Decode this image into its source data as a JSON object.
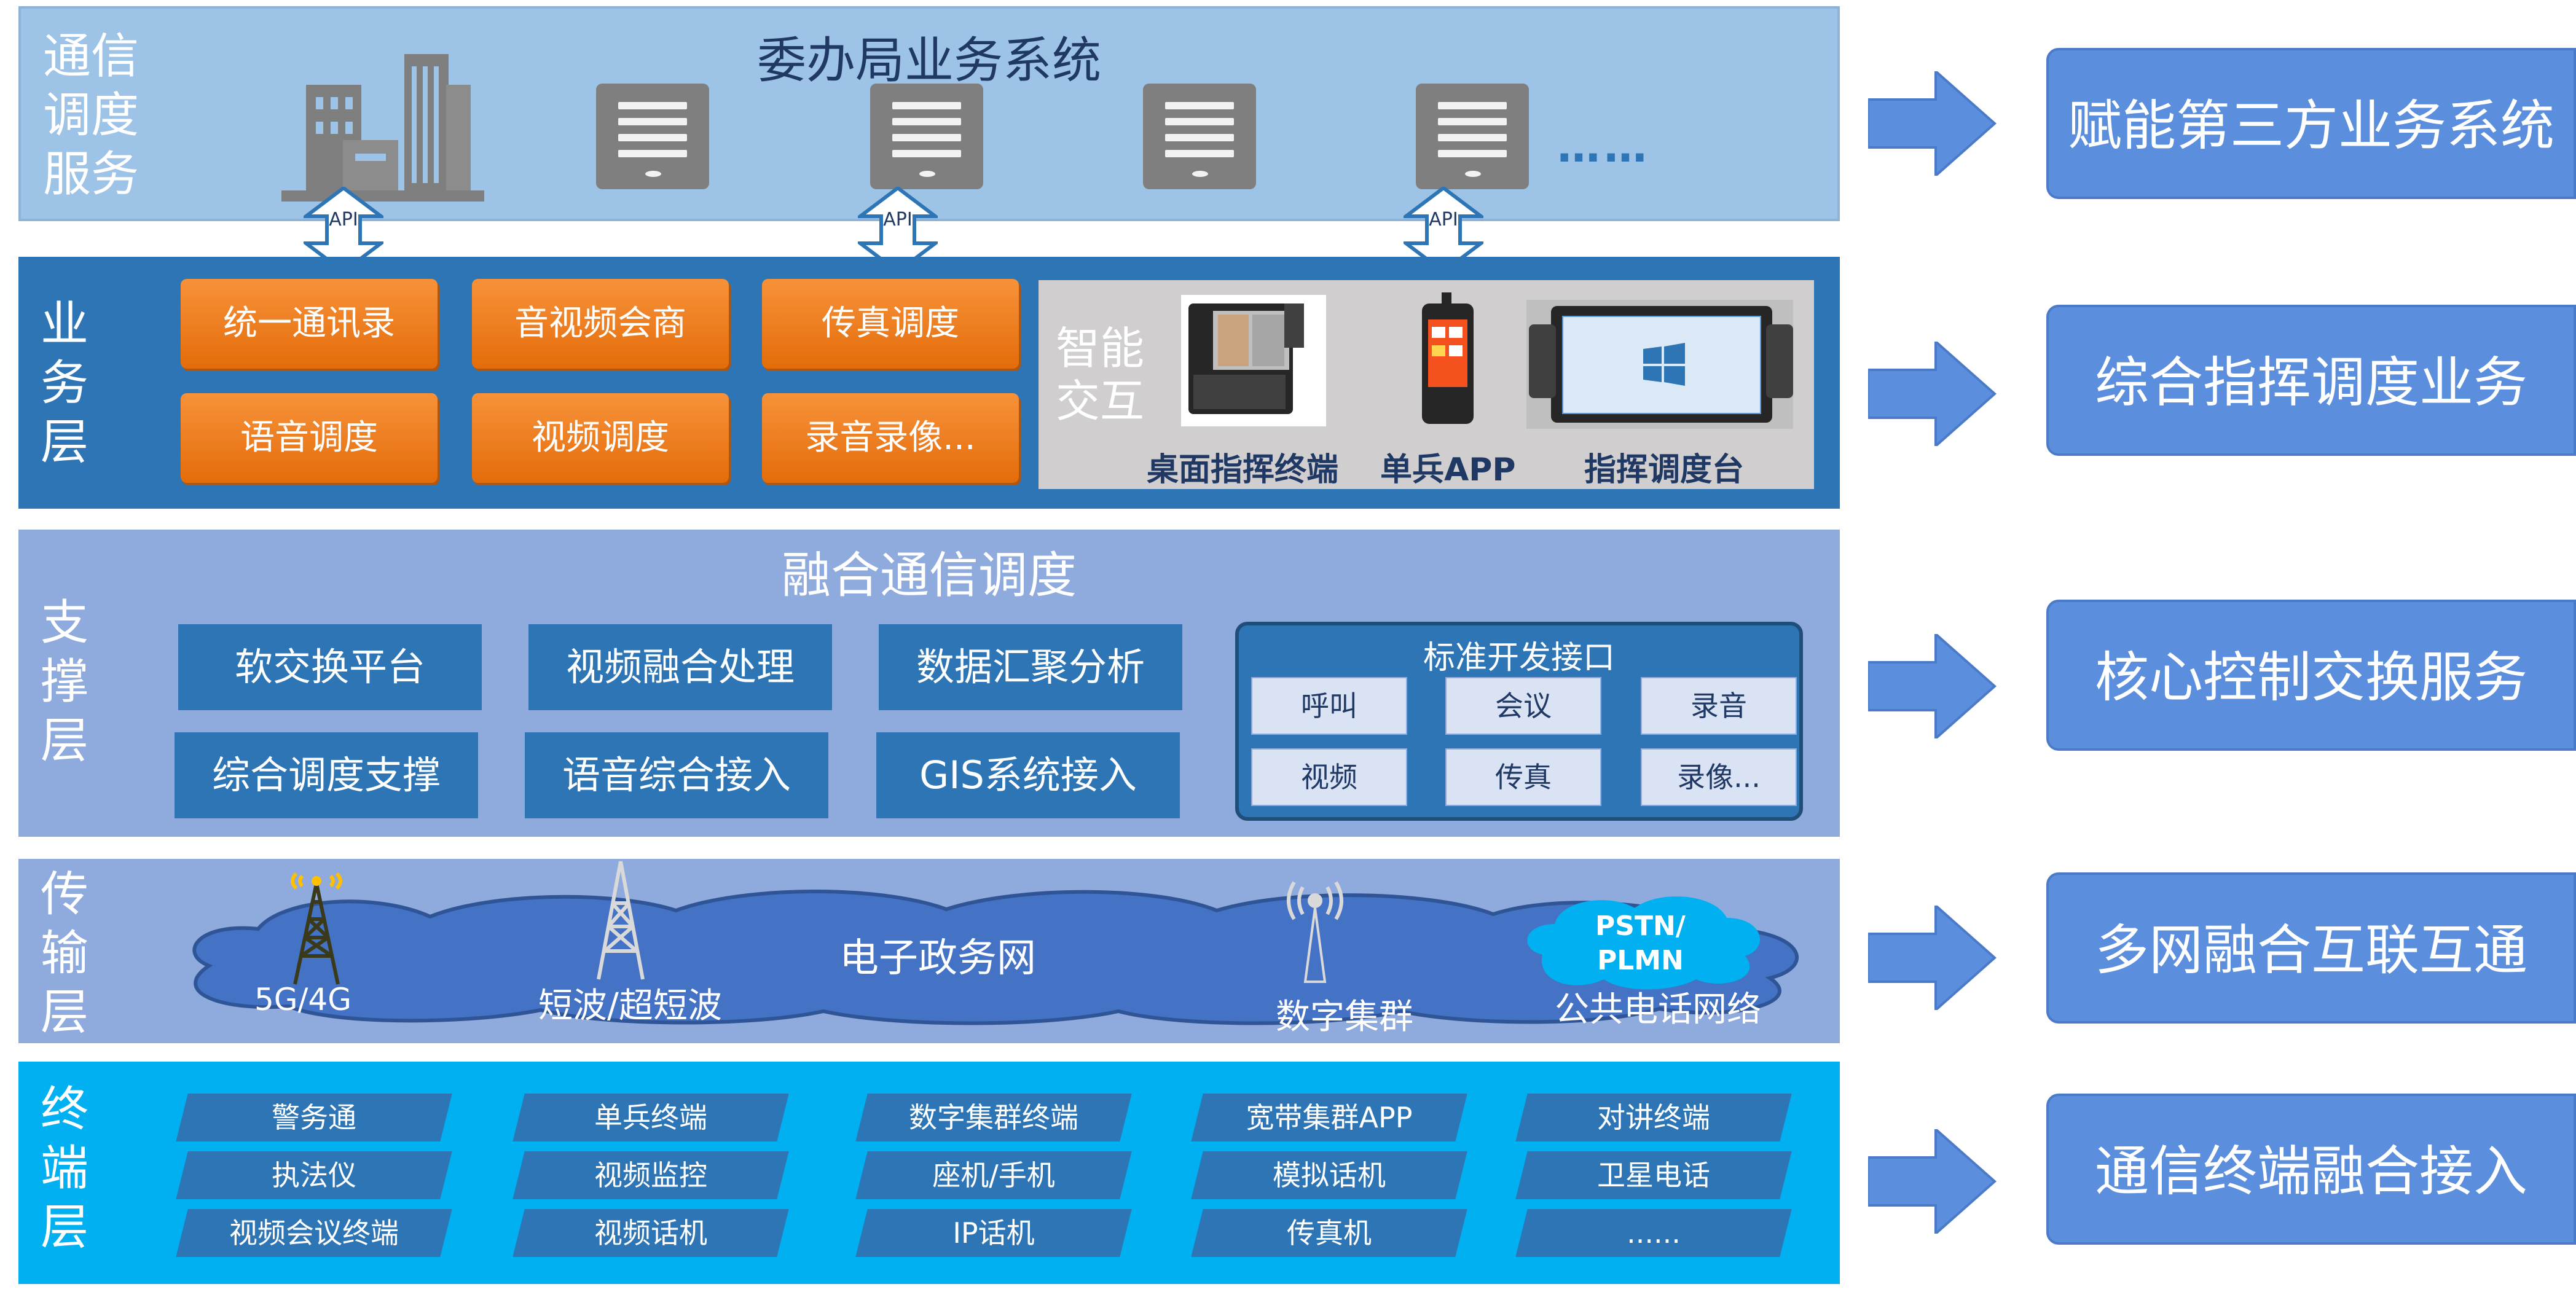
{
  "layers": {
    "tongxin": {
      "title": "通信\n调度\n服务",
      "heading": "委办局业务系统",
      "api_label": "API",
      "ellipsis": "……"
    },
    "yewu": {
      "title": "业\n务\n层",
      "buttons": [
        "统一通讯录",
        "音视频会商",
        "传真调度",
        "语音调度",
        "视频调度",
        "录音录像..."
      ],
      "smart_title": "智能\n交互",
      "devices": [
        "桌面指挥终端",
        "单兵APP",
        "指挥调度台"
      ]
    },
    "zhicheng": {
      "title": "支\n撑\n层",
      "heading": "融合通信调度",
      "boxes": [
        "软交换平台",
        "视频融合处理",
        "数据汇聚分析",
        "综合调度支撑",
        "语音综合接入",
        "GIS系统接入"
      ],
      "std_title": "标准开发接口",
      "std_items": [
        "呼叫",
        "会议",
        "录音",
        "视频",
        "传真",
        "录像..."
      ]
    },
    "chuanshu": {
      "title": "传\n输\n层",
      "cloud_label": "电子政务网",
      "labels": [
        "5G/4G",
        "短波/超短波",
        "数字集群",
        "PSTN/\nPLMN",
        "公共电话网络"
      ]
    },
    "zhongduan": {
      "title": "终\n端\n层",
      "terminals": [
        [
          "警务通",
          "单兵终端",
          "数字集群终端",
          "宽带集群APP",
          "对讲终端"
        ],
        [
          "执法仪",
          "视频监控",
          "座机/手机",
          "模拟话机",
          "卫星电话"
        ],
        [
          "视频会议终端",
          "视频话机",
          "IP话机",
          "传真机",
          "......"
        ]
      ]
    }
  },
  "right": [
    "赋能第三方业务系统",
    "综合指挥调度业务",
    "核心控制交换服务",
    "多网融合互联互通",
    "通信终端融合接入"
  ]
}
